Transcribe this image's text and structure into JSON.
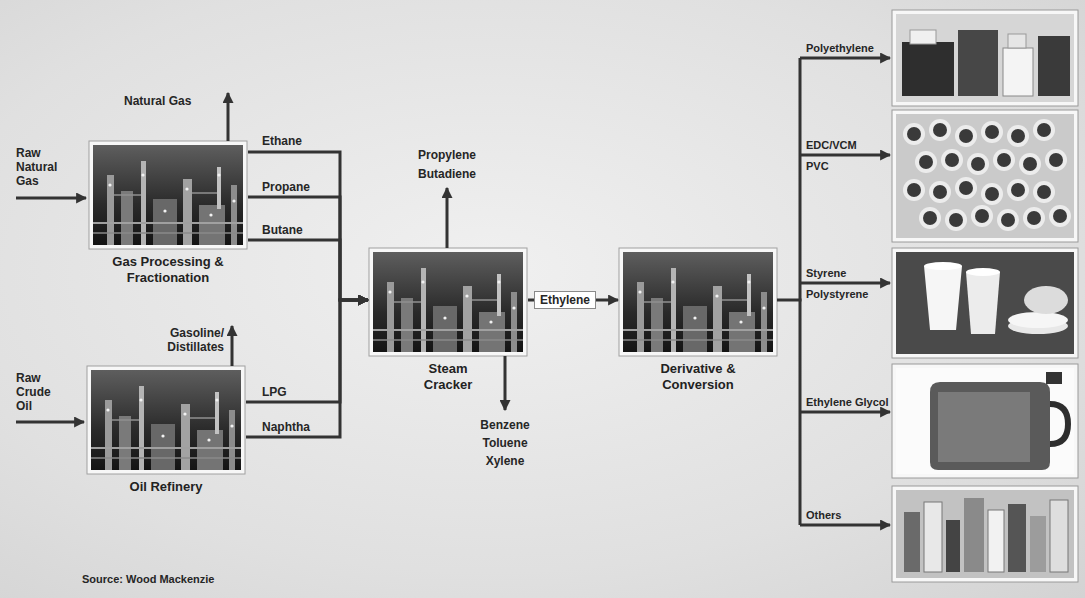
{
  "diagram": {
    "nodes": [
      {
        "text": [
          "Gas Processing & Fractionation"
        ]
      },
      {
        "text": [
          "Oil Refinery"
        ]
      },
      {
        "text": [
          "Steam Cracker"
        ]
      },
      {
        "text": [
          "Derivative & Conversion"
        ]
      }
    ],
    "edges": [
      {
        "from": 0,
        "to": 2,
        "label": "Ethane",
        "arrow": "to"
      },
      {
        "from": 0,
        "to": 2,
        "label": "Propane",
        "arrow": "to"
      },
      {
        "from": 0,
        "to": 2,
        "label": "Butane",
        "arrow": "to"
      },
      {
        "from": 1,
        "to": 2,
        "label": "LPG",
        "arrow": "to"
      },
      {
        "from": 1,
        "to": 2,
        "label": "Naphtha",
        "arrow": "to"
      },
      {
        "from": 2,
        "to": 3,
        "label": "Ethylene",
        "arrow": "to"
      }
    ],
    "labels": [
      "Raw Natural Gas",
      "Natural Gas",
      "Raw Crude Oil",
      "Gasoline/ Distillates",
      "Propylene",
      "Butadiene",
      "Benzene",
      "Toluene",
      "Xylene",
      "Polyethylene",
      "EDC/VCM",
      "PVC",
      "Styrene",
      "Polystyrene",
      "Ethylene Glycol",
      "Others",
      "Source: Wood Mackenzie"
    ]
  }
}
